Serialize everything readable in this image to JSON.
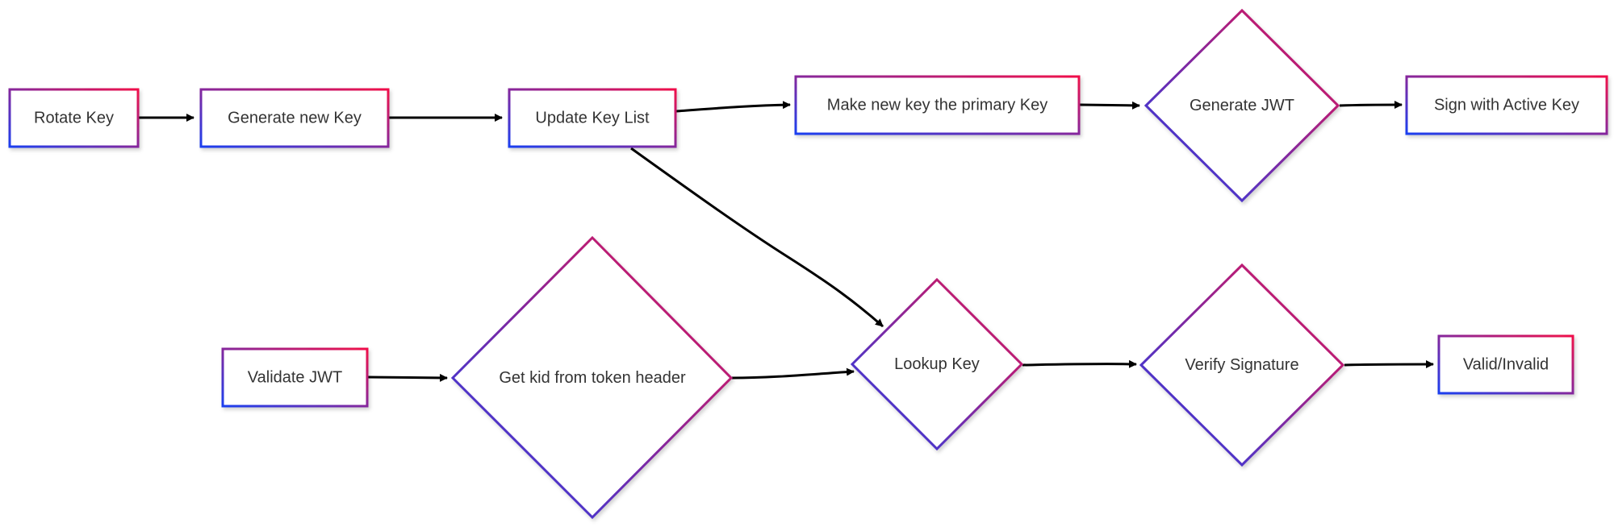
{
  "nodes": {
    "rotate_key": "Rotate Key",
    "generate_new_key": "Generate new Key",
    "update_key_list": "Update Key List",
    "make_primary": "Make new key the primary Key",
    "generate_jwt": "Generate JWT",
    "sign_active": "Sign with Active Key",
    "validate_jwt": "Validate JWT",
    "get_kid": "Get kid from token header",
    "lookup_key": "Lookup Key",
    "verify_signature": "Verify Signature",
    "valid_invalid": "Valid/Invalid"
  },
  "colors": {
    "gradient_start": "#1b3ff0",
    "gradient_end": "#f0104a",
    "edge": "#000000",
    "label": "#333333"
  }
}
